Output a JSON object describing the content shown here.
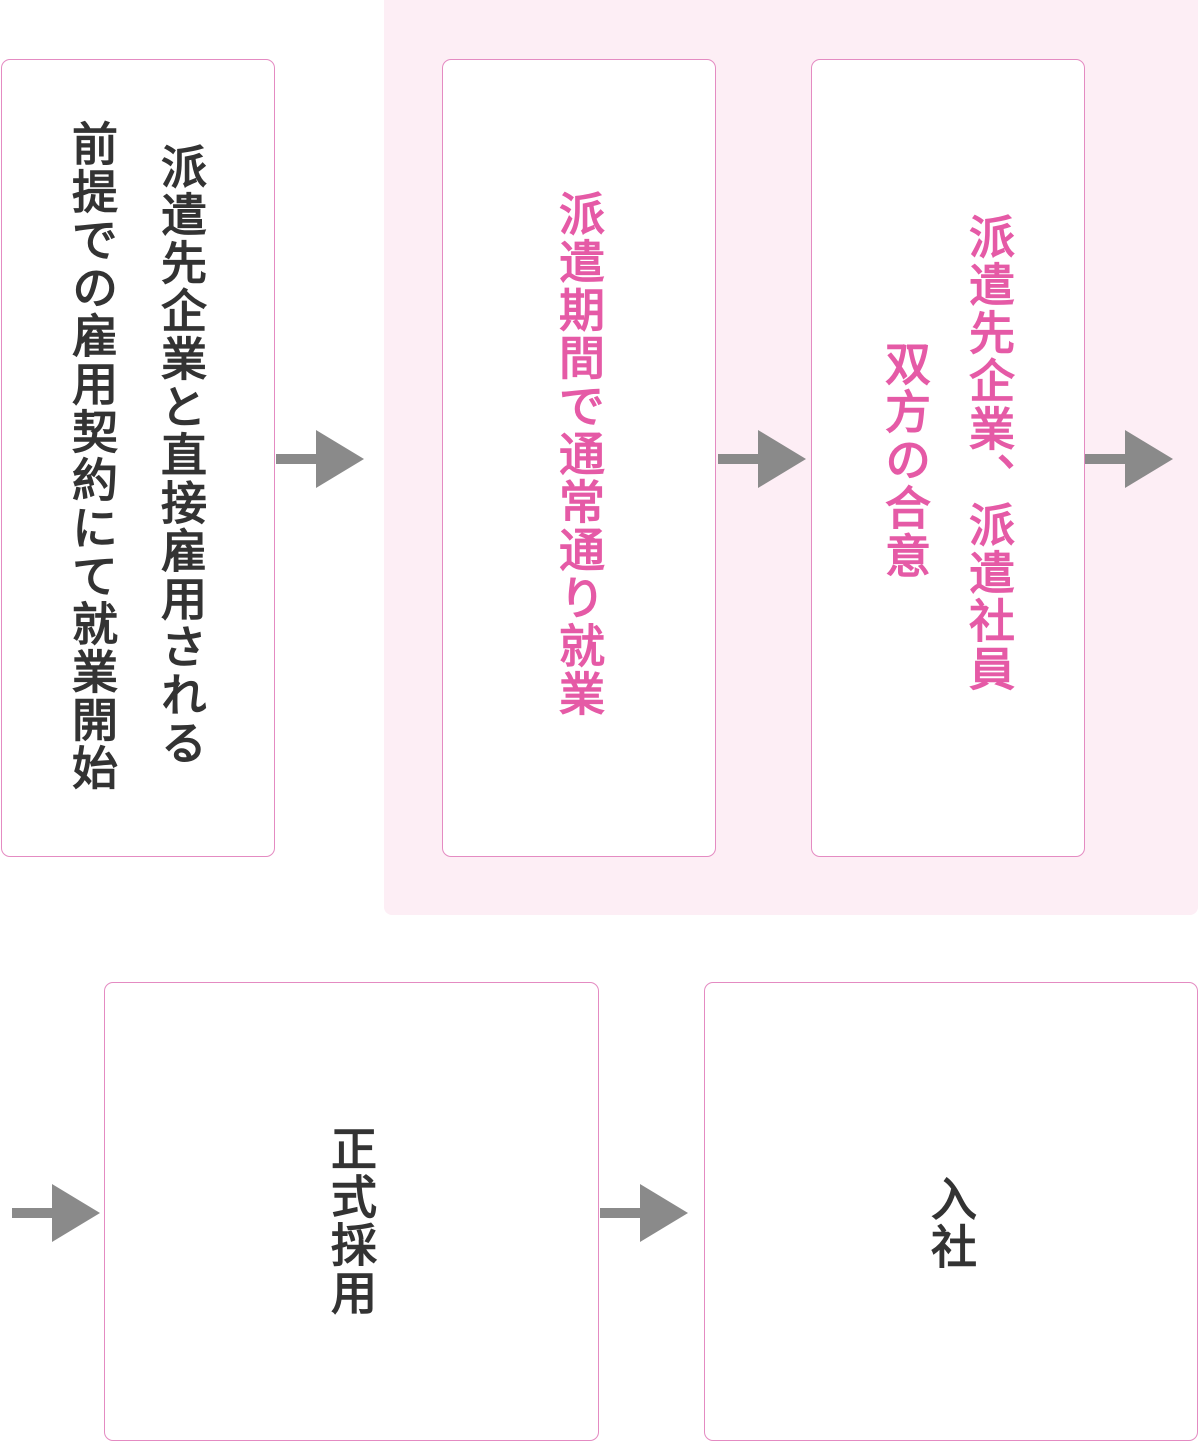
{
  "colors": {
    "border": "#e48bc2",
    "region_fill": "#fdeef5",
    "text_dark": "#333333",
    "text_pink": "#e55aa6",
    "arrow": "#8a8a8a"
  },
  "steps": {
    "step1": {
      "line1": "派遣先企業と直接雇用される",
      "line2": "前提での雇用契約にて就業開始"
    },
    "step2": {
      "line1": "派遣期間で通常通り就業"
    },
    "step3": {
      "line1": "派遣先企業、派遣社員",
      "line2": "双方の合意"
    },
    "step4": {
      "line1": "正式採用"
    },
    "step5": {
      "line1": "入社"
    }
  }
}
